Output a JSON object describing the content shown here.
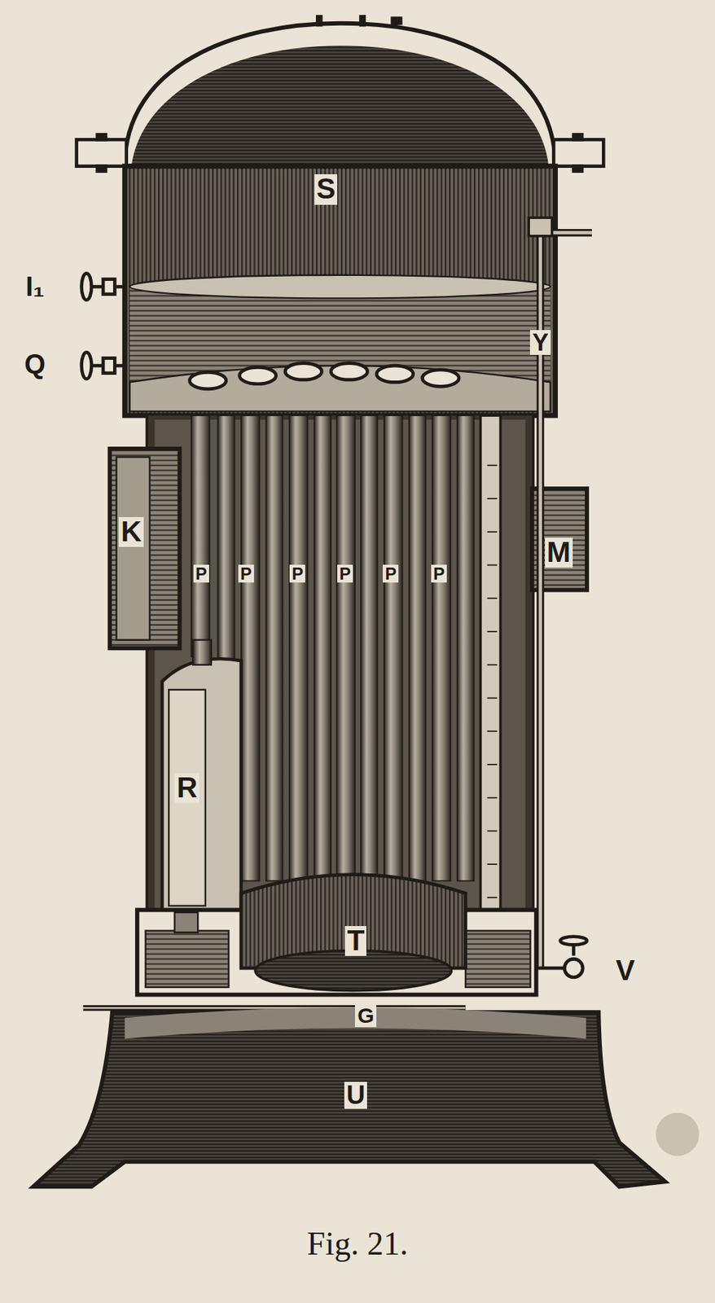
{
  "diagram": {
    "caption": "Fig. 21.",
    "labels": [
      "S",
      "I₁",
      "Q",
      "Y",
      "K",
      "M",
      "P",
      "P",
      "P",
      "P",
      "P",
      "P",
      "R",
      "T",
      "V",
      "G",
      "U"
    ]
  }
}
